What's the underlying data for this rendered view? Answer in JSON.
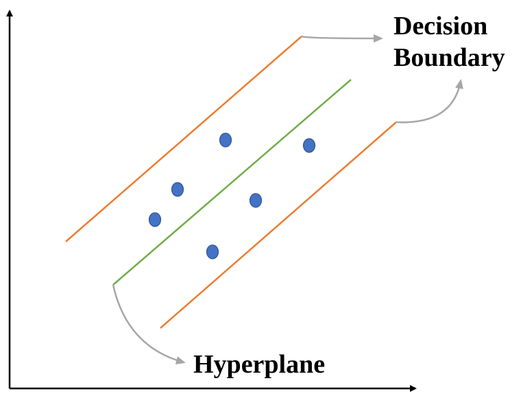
{
  "labels": {
    "decision_boundary_line1": "Decision",
    "decision_boundary_line2": "Boundary",
    "hyperplane": "Hyperplane"
  },
  "colors": {
    "axis": "#000000",
    "decision_boundary": "#ed7d31",
    "hyperplane": "#70ad47",
    "data_point": "#4472c4",
    "data_point_stroke": "#2f5597",
    "arrow": "#a6a6a6"
  },
  "data_point_count": 6
}
